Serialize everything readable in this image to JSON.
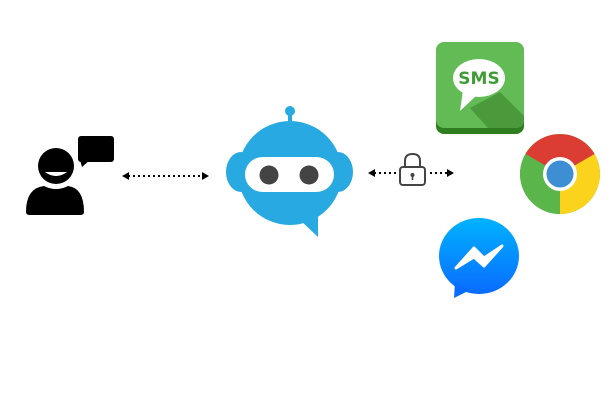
{
  "diagram": {
    "nodes": {
      "user": {
        "icon": "user-chat-icon"
      },
      "bot": {
        "icon": "chatbot-icon",
        "color": "#29a9e1"
      },
      "channels": [
        {
          "icon": "sms-icon",
          "label": "SMS",
          "color": "#62bb55"
        },
        {
          "icon": "chrome-icon"
        },
        {
          "icon": "messenger-icon",
          "color": "#0a84ff"
        }
      ]
    },
    "connections": [
      {
        "from": "user",
        "to": "bot",
        "style": "dotted-bidirectional"
      },
      {
        "from": "bot",
        "to": "channels",
        "style": "dotted-bidirectional",
        "icon": "lock-icon"
      }
    ]
  }
}
